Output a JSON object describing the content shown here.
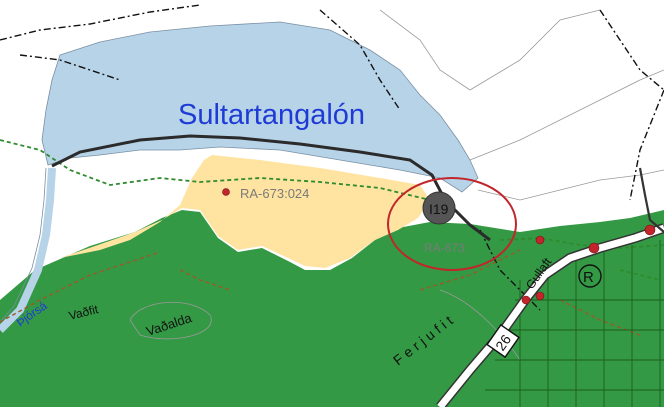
{
  "map": {
    "lake_label": "Sultartangalón",
    "site_labels": [
      "RA-673:024",
      "RA-673:"
    ],
    "marker_label": "I19",
    "river_label": "Þjórsá",
    "place_labels": [
      "Vaðfit",
      "Vaðalda"
    ],
    "road_label": "Ferjufit",
    "road_number": "26",
    "road_name": "Gullaft",
    "symbol_label": "R"
  },
  "colors": {
    "water": "#b7d3e8",
    "vegetation": "#339944",
    "dry_land": "#ffe3a1",
    "highlight_circle": "#c0262c",
    "road_fill": "#ffffff",
    "site_point": "#c0262c",
    "boundary_green": "#2e8b2e",
    "boundary_brown": "#9a5a2a",
    "lake_label": "#1f3bd6",
    "river_label": "#1f3bd6"
  }
}
